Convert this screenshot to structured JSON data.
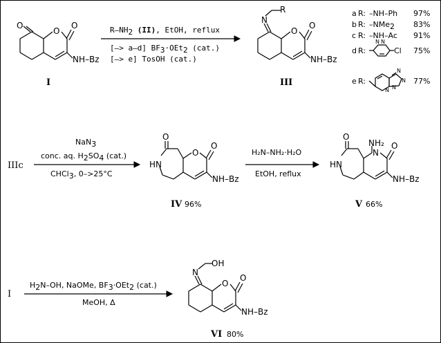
{
  "scheme1": {
    "start_label": "I",
    "reagent_line1_prefix": "R–NH",
    "reagent_line1_sub": "2",
    "reagent_line1_bold": "(II)",
    "reagent_line1_suffix": ", EtOH, reflux",
    "reagent_line2_prefix": "[–> a–d] BF",
    "reagent_line2_sub1": "3",
    "reagent_line2_mid": "·OEt",
    "reagent_line2_sub2": "2",
    "reagent_line2_suffix": " (cat.)",
    "reagent_line3": "[–> e] TosOH (cat.)",
    "product_label": "III",
    "r_label": "R",
    "nh_bz": "NH–Bz",
    "substituents": [
      {
        "key": "a",
        "r": "R:",
        "group": "–NH–Ph",
        "yield": "97%"
      },
      {
        "key": "b",
        "r": "R:",
        "group_prefix": "–NMe",
        "group_sub": "2",
        "yield": "83%"
      },
      {
        "key": "c",
        "r": "R:",
        "group": "–NH–Ac",
        "yield": "91%"
      },
      {
        "key": "d",
        "r": "R:",
        "group": "Cl",
        "ring_n": "N",
        "yield": "75%"
      },
      {
        "key": "e",
        "r": "R:",
        "ring_n": "N",
        "yield": "77%"
      }
    ]
  },
  "scheme2": {
    "start_label": "IIIc",
    "reagent_top_prefix": "NaN",
    "reagent_top_sub": "3",
    "reagent_mid_prefix": "conc. aq. H",
    "reagent_mid_sub1": "2",
    "reagent_mid_mid": "SO",
    "reagent_mid_sub2": "4",
    "reagent_mid_suffix": " (cat.)",
    "reagent_bot_prefix": "CHCl",
    "reagent_bot_sub": "3",
    "reagent_bot_suffix": ", 0–>25°C",
    "product1_label": "IV",
    "product1_yield": "96%",
    "hn": "HN",
    "reagent2_top": "H₂N–NH₂·H₂O",
    "reagent2_bot": "EtOH, reflux",
    "product2_label": "V",
    "product2_yield": "66%",
    "nh2": "NH₂"
  },
  "scheme3": {
    "start_label": "I",
    "reagent_top_prefix": "H",
    "reagent_top_sub1": "2",
    "reagent_top_mid": "N–OH, NaOMe, BF",
    "reagent_top_sub2": "3",
    "reagent_top_mid2": "·OEt",
    "reagent_top_sub3": "2",
    "reagent_top_suffix": " (cat.)",
    "reagent_bot": "MeOH, Δ",
    "product_label": "VI",
    "product_yield": "80%",
    "oh": "OH"
  },
  "atoms": {
    "O": "O",
    "N": "N"
  }
}
